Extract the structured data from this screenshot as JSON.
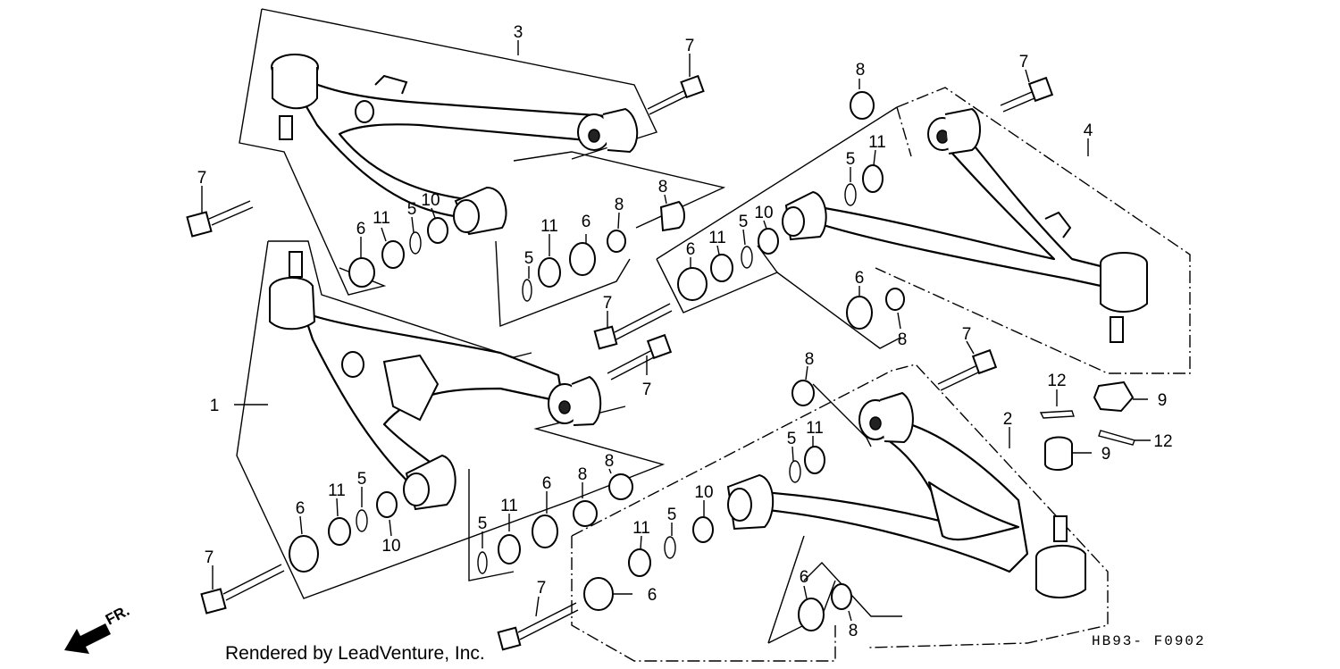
{
  "labels": {
    "p1": "1",
    "p2": "2",
    "p3": "3",
    "p4": "4",
    "p5": "5",
    "p6": "6",
    "p7": "7",
    "p8": "8",
    "p9": "9",
    "p10": "10",
    "p11": "11",
    "p12": "12"
  },
  "front_marker": "FR.",
  "credit": "Rendered by LeadVenture, Inc.",
  "diagram_code": "HB93- F0902"
}
